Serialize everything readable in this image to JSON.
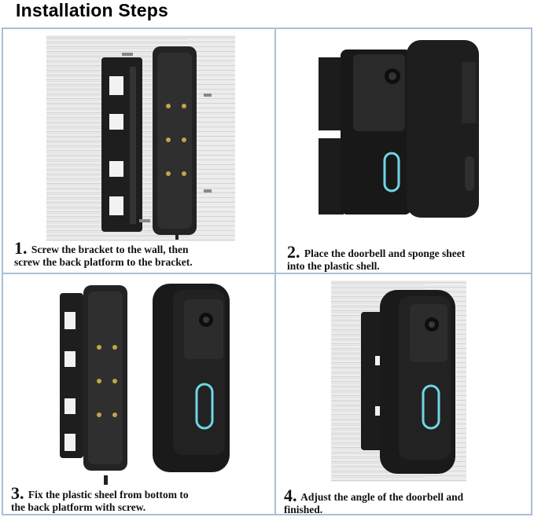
{
  "title": "Installation Steps",
  "steps": [
    {
      "number": "1.",
      "line1": "Screw the bracket to the wall, then",
      "line2": "screw the back platform to the bracket."
    },
    {
      "number": "2.",
      "line1": "Place the doorbell and sponge sheet",
      "line2": "into the plastic shell."
    },
    {
      "number": "3.",
      "line1": "Fix the plastic sheel from bottom to",
      "line2": "the back platform with screw."
    },
    {
      "number": "4.",
      "line1": "Adjust the angle of the doorbell and",
      "line2": "finished."
    }
  ],
  "colors": {
    "border": "#a9bfd6",
    "device": "#1b1b1b",
    "ring": "#6fd6e6",
    "wall": "#e6e6e6"
  }
}
